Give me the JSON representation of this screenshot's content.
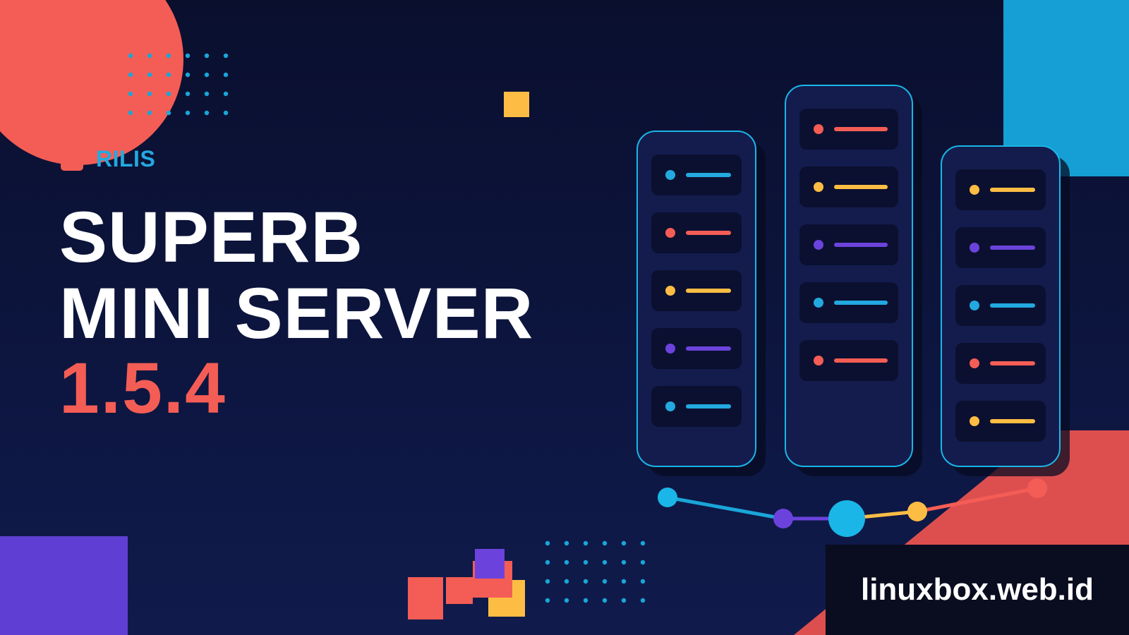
{
  "tag": {
    "label": "RILIS"
  },
  "title": {
    "line1": "SUPERB",
    "line2": "MINI SERVER"
  },
  "version": "1.5.4",
  "brand": {
    "website": "linuxbox.web.id"
  },
  "colors": {
    "background": "#0c1233",
    "coral": "#f45d55",
    "cyan": "#23a9e0",
    "yellow": "#fdbd44",
    "purple": "#6b43dc",
    "white": "#ffffff"
  },
  "icons": [
    "server-rack-icon",
    "dot-grid-icon",
    "network-nodes-icon"
  ]
}
